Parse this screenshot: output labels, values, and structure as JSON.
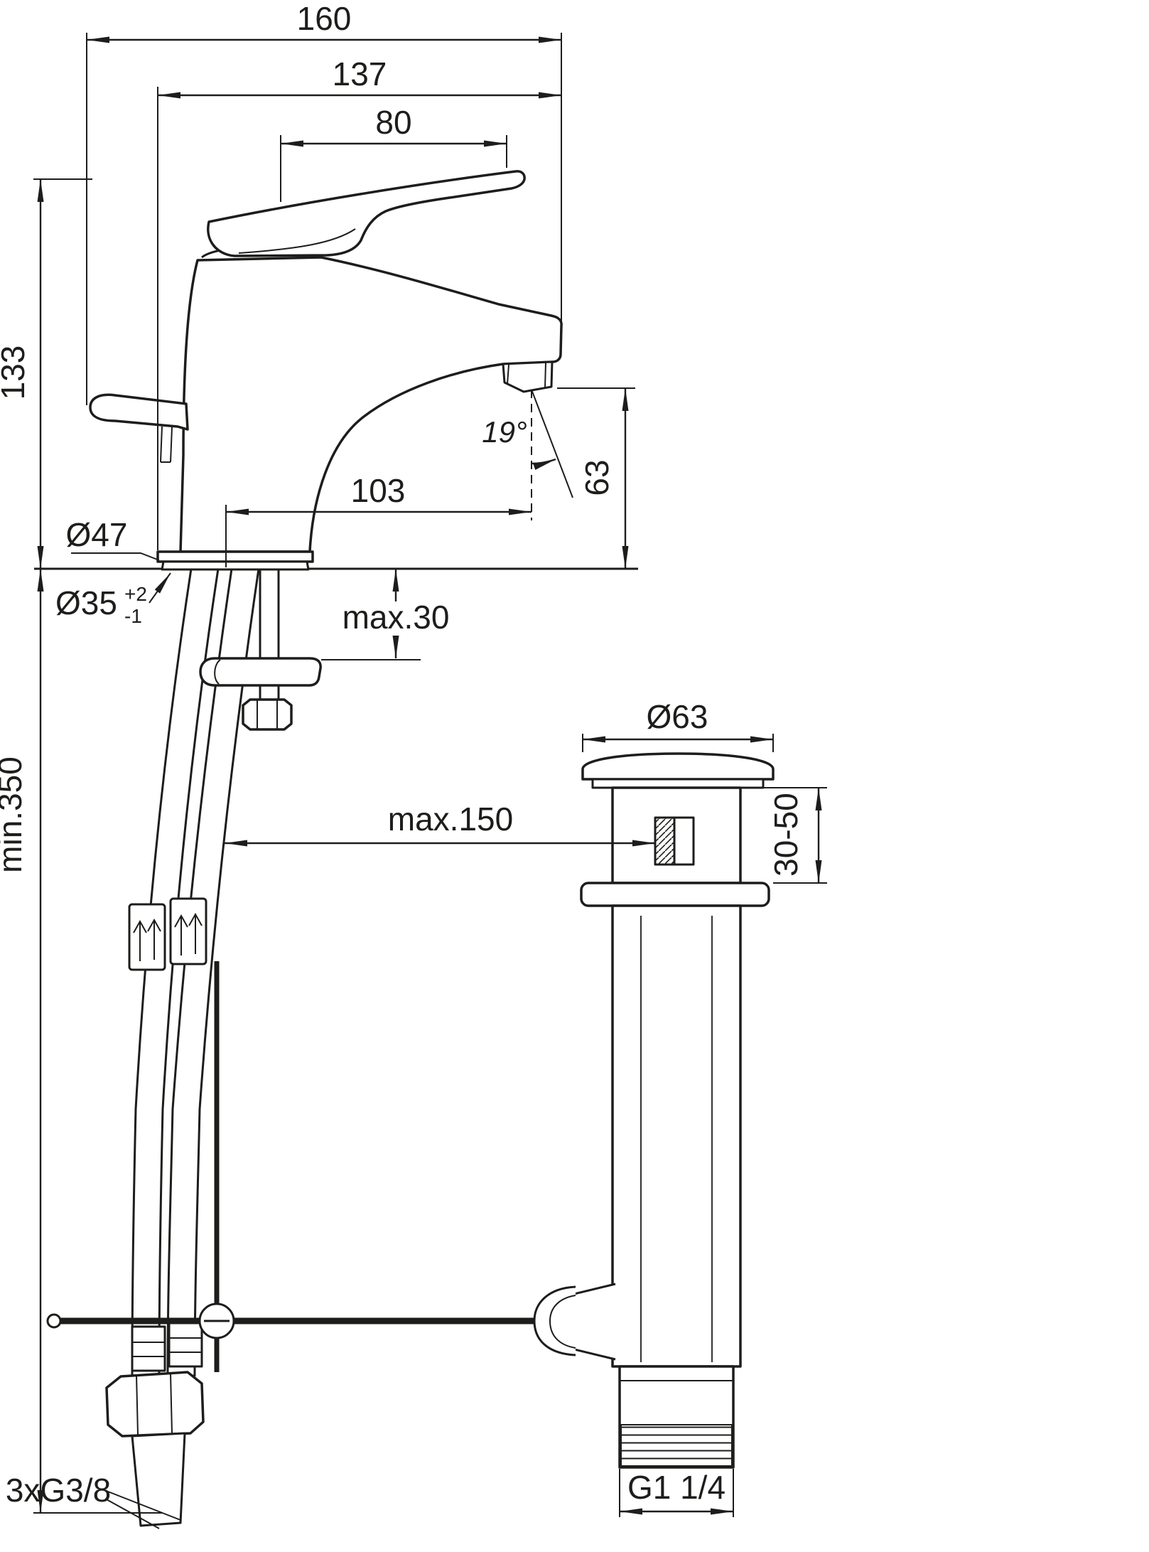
{
  "page": {
    "background": "#ffffff",
    "line_color": "#1d1d1b"
  },
  "drawing": {
    "type": "technical-dimension-drawing",
    "subject": "single-lever basin mixer with flexible supply hoses and pop-up waste"
  },
  "dims": {
    "total_length": "160",
    "spout_overall": "137",
    "handle_length": "80",
    "body_height": "133",
    "spout_reach": "103",
    "outlet_height": "63",
    "stream_angle": "19°",
    "base_diameter": "Ø47",
    "hole_diameter": "Ø35",
    "hole_tol_plus": "+2",
    "hole_tol_minus": "-1",
    "deck_thickness": "max.30",
    "hose_length": "min.350",
    "rod_reach": "max.150",
    "waste_flange_diameter": "Ø63",
    "waste_adjust_range": "30-50",
    "waste_thread": "G1 1/4",
    "supply_thread": "3xG3/8"
  }
}
